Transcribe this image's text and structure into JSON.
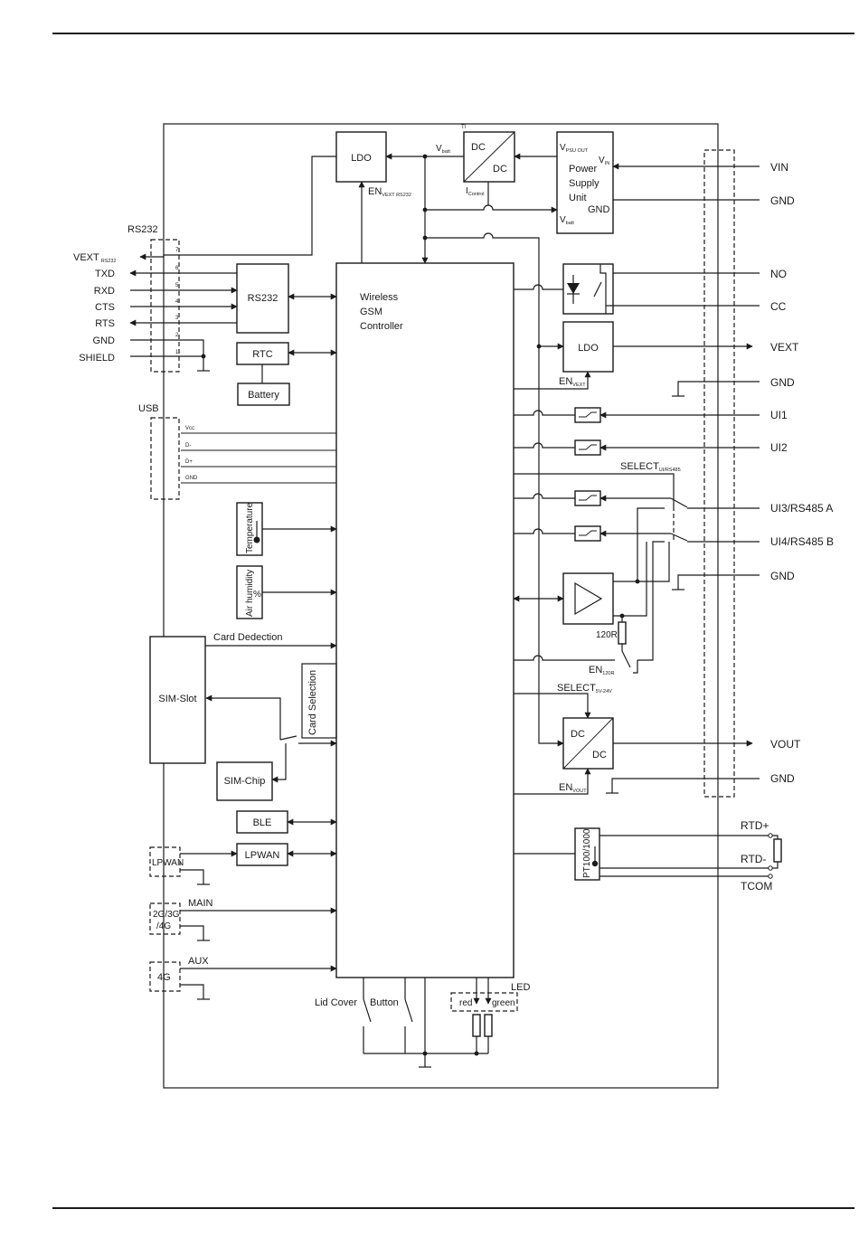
{
  "blocks": {
    "ldo_top": "LDO",
    "dcdc_top_a": "DC",
    "dcdc_top_b": "DC",
    "psu_l1": "Power",
    "psu_l2": "Supply",
    "psu_l3": "Unit",
    "psu_gnd": "GND",
    "psu_vin": "V",
    "psu_vin_sub": "IN",
    "psu_vpsu": "V",
    "psu_vpsu_sub": "PSU OUT",
    "psu_vbatt": "V",
    "psu_vbatt_sub": "batt",
    "vbatt": "V",
    "vbatt_sub": "batt",
    "icontrol": "I",
    "icontrol_sub": "Control",
    "en_vext_rs232": "EN",
    "en_vext_rs232_sub": "VEXT RS232",
    "rs232_block": "RS232",
    "rtc": "RTC",
    "battery": "Battery",
    "gsm_l1": "Wireless",
    "gsm_l2": "GSM",
    "gsm_l3": "Controller",
    "temperature": "Temperature",
    "air_humidity": "Air humidity",
    "percent": "%",
    "card_dedection": "Card Dedection",
    "card_selection": "Card Selection",
    "sim_slot": "SIM-Slot",
    "sim_chip": "SIM-Chip",
    "ble": "BLE",
    "lpwan_block": "LPWAN",
    "ldo_right": "LDO",
    "en_vext": "EN",
    "en_vext_sub": "VEXT",
    "select_ui": "SELECT",
    "select_ui_sub": "UI/RS485",
    "r120": "120R",
    "en_120r": "EN",
    "en_120r_sub": "120R",
    "select_5v": "SELECT",
    "select_5v_sub": "5V-24V",
    "dcdc_right_a": "DC",
    "dcdc_right_b": "DC",
    "en_vout": "EN",
    "en_vout_sub": "VOUT",
    "pt100": "PT100/1000",
    "lid_cover": "Lid Cover",
    "button": "Button",
    "led": "LED",
    "led_red": "red",
    "led_green": "green",
    "tl": "Tl"
  },
  "rs232": {
    "header": "RS232",
    "pins": [
      "7",
      "6",
      "5",
      "4",
      "3",
      "2",
      "1"
    ],
    "signals": [
      {
        "label": "VEXT",
        "sub": "RS232"
      },
      {
        "label": "TXD"
      },
      {
        "label": "RXD"
      },
      {
        "label": "CTS"
      },
      {
        "label": "RTS"
      },
      {
        "label": "GND"
      },
      {
        "label": "SHIELD"
      }
    ]
  },
  "usb": {
    "header": "USB",
    "pins": [
      "Vcc",
      "D-",
      "D+",
      "GND"
    ]
  },
  "antennas": {
    "lpwan": "LPWAN",
    "main_connector": [
      "2G/3G",
      "/4G"
    ],
    "main_label": "MAIN",
    "aux_connector": "4G",
    "aux_label": "AUX"
  },
  "terminals": {
    "right": [
      "VIN",
      "GND",
      "NO",
      "CC",
      "VEXT",
      "GND",
      "UI1",
      "UI2",
      "UI3/RS485 A",
      "UI4/RS485 B",
      "GND",
      "VOUT",
      "GND"
    ],
    "rtd": [
      "RTD+",
      "RTD-",
      "TCOM"
    ]
  }
}
